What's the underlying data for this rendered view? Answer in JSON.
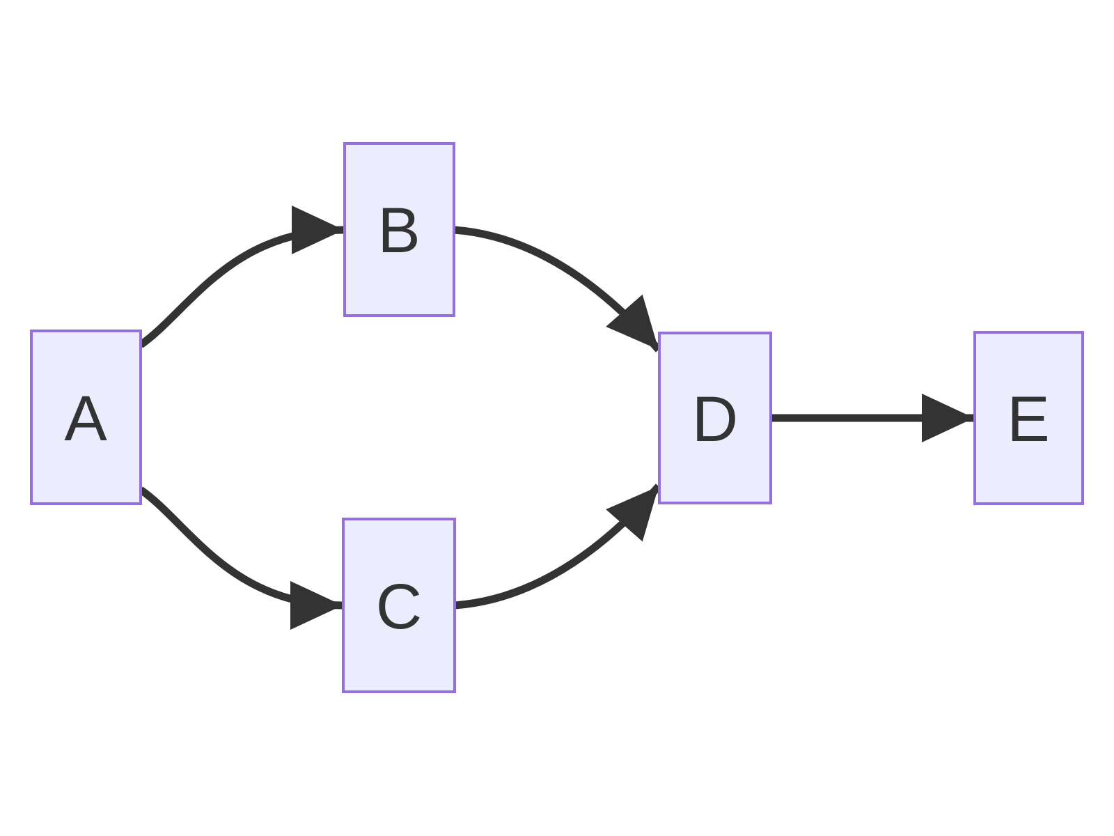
{
  "diagram": {
    "type": "flowchart",
    "direction": "left-to-right",
    "nodes": [
      {
        "id": "A",
        "label": "A"
      },
      {
        "id": "B",
        "label": "B"
      },
      {
        "id": "C",
        "label": "C"
      },
      {
        "id": "D",
        "label": "D"
      },
      {
        "id": "E",
        "label": "E"
      }
    ],
    "edges": [
      {
        "from": "A",
        "to": "B"
      },
      {
        "from": "A",
        "to": "C"
      },
      {
        "from": "B",
        "to": "D"
      },
      {
        "from": "C",
        "to": "D"
      },
      {
        "from": "D",
        "to": "E"
      }
    ]
  },
  "theme": {
    "background": "#ffffff",
    "node_fill": "#ececff",
    "node_border": "#9370db",
    "edge_color": "#333333",
    "text_color": "#333333"
  }
}
